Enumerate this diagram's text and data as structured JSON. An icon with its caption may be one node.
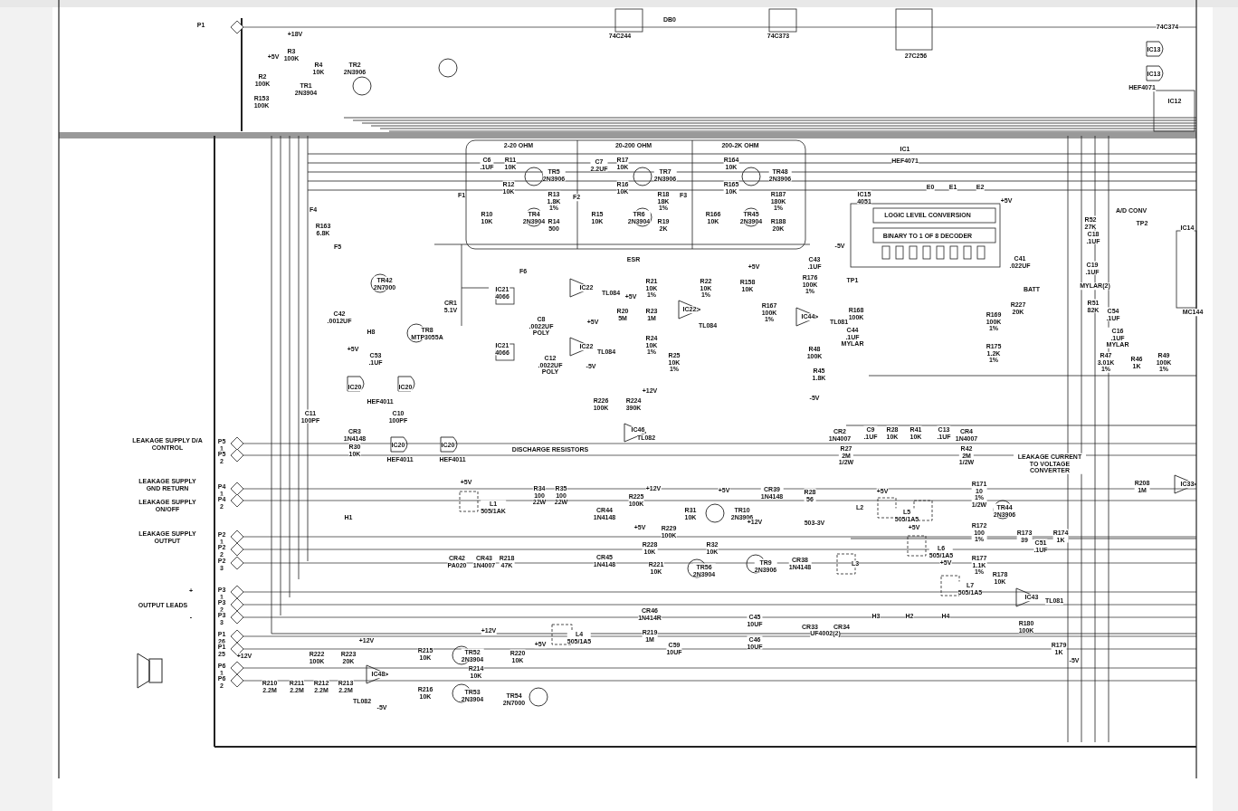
{
  "diagram": {
    "labels": [
      "P1",
      "+18V",
      "+5V",
      "R3 100K",
      "R4 10K",
      "TR2 2N3906",
      "R2 100K",
      "TR1 2N3904",
      "R153 100K",
      "74C244",
      "DB0",
      "74C373",
      "27C256",
      "74C374",
      "IC13",
      "IC13",
      "HEF4071",
      "IC12",
      "2-20 OHM",
      "20-200 OHM",
      "200-2K OHM",
      "IC1",
      "HEF4071",
      "C6 .1UF",
      "R11 10K",
      "TR5 2N3906",
      "R12 10K",
      "R13 1.8K 1%",
      "R10 10K",
      "TR4 2N3904",
      "R14 500",
      "C7 2.2UF",
      "R17 10K",
      "TR7 2N3906",
      "R16 10K",
      "R18 18K 1%",
      "R15 10K",
      "TR6 2N3904",
      "R19 2K",
      "R164 10K",
      "TR48 2N3906",
      "R165 10K",
      "R187 180K 1%",
      "R166 10K",
      "TR45 2N3904",
      "R188 20K",
      "F1",
      "F2",
      "F3",
      "F4",
      "R163 6.8K",
      "F5",
      "E0",
      "E1",
      "E2",
      "IC15 4051",
      "+5V",
      "LOGIC LEVEL CONVERSION",
      "BINARY TO 1 OF 8 DECODER",
      "-5V",
      "TR42 2N7000",
      "F6",
      "ESR",
      "C41 .022UF",
      "+5V",
      "C43 .1UF",
      "R176 100K 1%",
      "TP1",
      "R158 10K",
      "R21 10K 1%",
      "R22 10K 1%",
      "IC21 4066",
      "IC22",
      "TL084",
      "CR1 5.1V",
      "C42 .0012UF",
      "+5V",
      "R20 5M",
      "R23 1M",
      "IC22",
      "TL084",
      "C8 .0022UF POLY",
      "R167 100K 1%",
      "IC44",
      "TL081",
      "R168 100K",
      "C44 .1UF MYLAR",
      "+5V",
      "IC22",
      "TL084",
      "R24 10K 1%",
      "R25 10K 1%",
      "H8",
      "TR8 MTP3055A",
      "IC21 4066",
      "C12 .0022UF POLY",
      "-5V",
      "R48 100K",
      "R45 1.8K",
      "-5V",
      "+5V",
      "C53 .1UF",
      "IC20",
      "IC20",
      "HEF4011",
      "C11 100PF",
      "C10 100PF",
      "CR3 1N4148",
      "R30 10K",
      "IC20",
      "IC20",
      "HEF4011",
      "HEF4011",
      "R226 100K",
      "R224 390K",
      "+12V",
      "IC46",
      "TL082",
      "DISCHARGE RESISTORS",
      "CR2 1N4007",
      "C9 .1UF",
      "R28 10K",
      "R41 10K",
      "C13 .1UF",
      "CR4 1N4007",
      "R27 2M 1/2W",
      "R42 2M 1/2W",
      "A/D CONV",
      "IC14",
      "R52 27K",
      "TP2",
      "C18 .1UF",
      "C19 .1UF",
      "MYLAR(2)",
      "BATT",
      "R227 20K",
      "R51 82K",
      "C54 .1UF",
      "C16 .1UF MYLAR",
      "R169 100K 1%",
      "R175 1.2K 1%",
      "R47 3.01K 1%",
      "R46 1K",
      "R49 100K 1%",
      "MC144",
      "LEAKAGE CURRENT TO VOLTAGE CONVERTER",
      "R208 1M",
      "IC33",
      "TR44 2N3906",
      "R171 10 1% 1/2W",
      "R173 39",
      "R174 1K",
      "C51 .1UF",
      "R172 100 1%",
      "R177 1.1K 1%",
      "R178 10K",
      "IC43",
      "TL081",
      "R180 100K",
      "R179 1K",
      "-5V",
      "LEAKAGE SUPPLY D/A CONTROL",
      "P5 1",
      "P5 2",
      "LEAKAGE SUPPLY GND RETURN",
      "P4 1",
      "LEAKAGE SUPPLY ON/OFF",
      "P4 2",
      "LEAKAGE SUPPLY OUTPUT",
      "P2 1",
      "P2 2",
      "P2 3",
      "+",
      "P3 1",
      "OUTPUT LEADS",
      "P3 2",
      "-",
      "P3 3",
      "P1 26",
      "P1 25",
      "P6 1",
      "P6 2",
      "+12V",
      "R222 100K",
      "R223 20K",
      "+12V",
      "IC48",
      "TL082",
      "-5V",
      "R210 2.2M",
      "R211 2.2M",
      "R212 2.2M",
      "R213 2.2M",
      "R215 10K",
      "TR52 2N3904",
      "R214 10K",
      "R216 10K",
      "TR53 2N3904",
      "+12V",
      "R220 10K",
      "TR54 2N7000",
      "+5V",
      "L4 505/1A5",
      "+5V",
      "L1 505/1AK",
      "R34 100 22W",
      "R35 100 22W",
      "H1",
      "CR42 PA020",
      "CR43 1N4007",
      "R218 47K",
      "+12V",
      "R225 100K",
      "CR44 1N4148",
      "R31 10K",
      "+5V",
      "TR10 2N3906",
      "CR39 1N4148",
      "R28 56",
      "L2",
      "503-3V",
      "+5V",
      "R229 100K",
      "+12V",
      "R228 10K",
      "R32 10K",
      "CR45 1N4148",
      "R221 10K",
      "TR56 2N3904",
      "TR9 2N3906",
      "CR38 1N4148",
      "L3",
      "+5V",
      "L5 505/1A5",
      "+5V",
      "L6 505/1A5",
      "+5V",
      "L7 505/1A5",
      "CR46 1N414R",
      "R219 1M",
      "C59 10UF",
      "C45 10UF",
      "C46 10UF",
      "CR33",
      "UF4002(2)",
      "CR34",
      "H3",
      "H2",
      "H4"
    ]
  }
}
